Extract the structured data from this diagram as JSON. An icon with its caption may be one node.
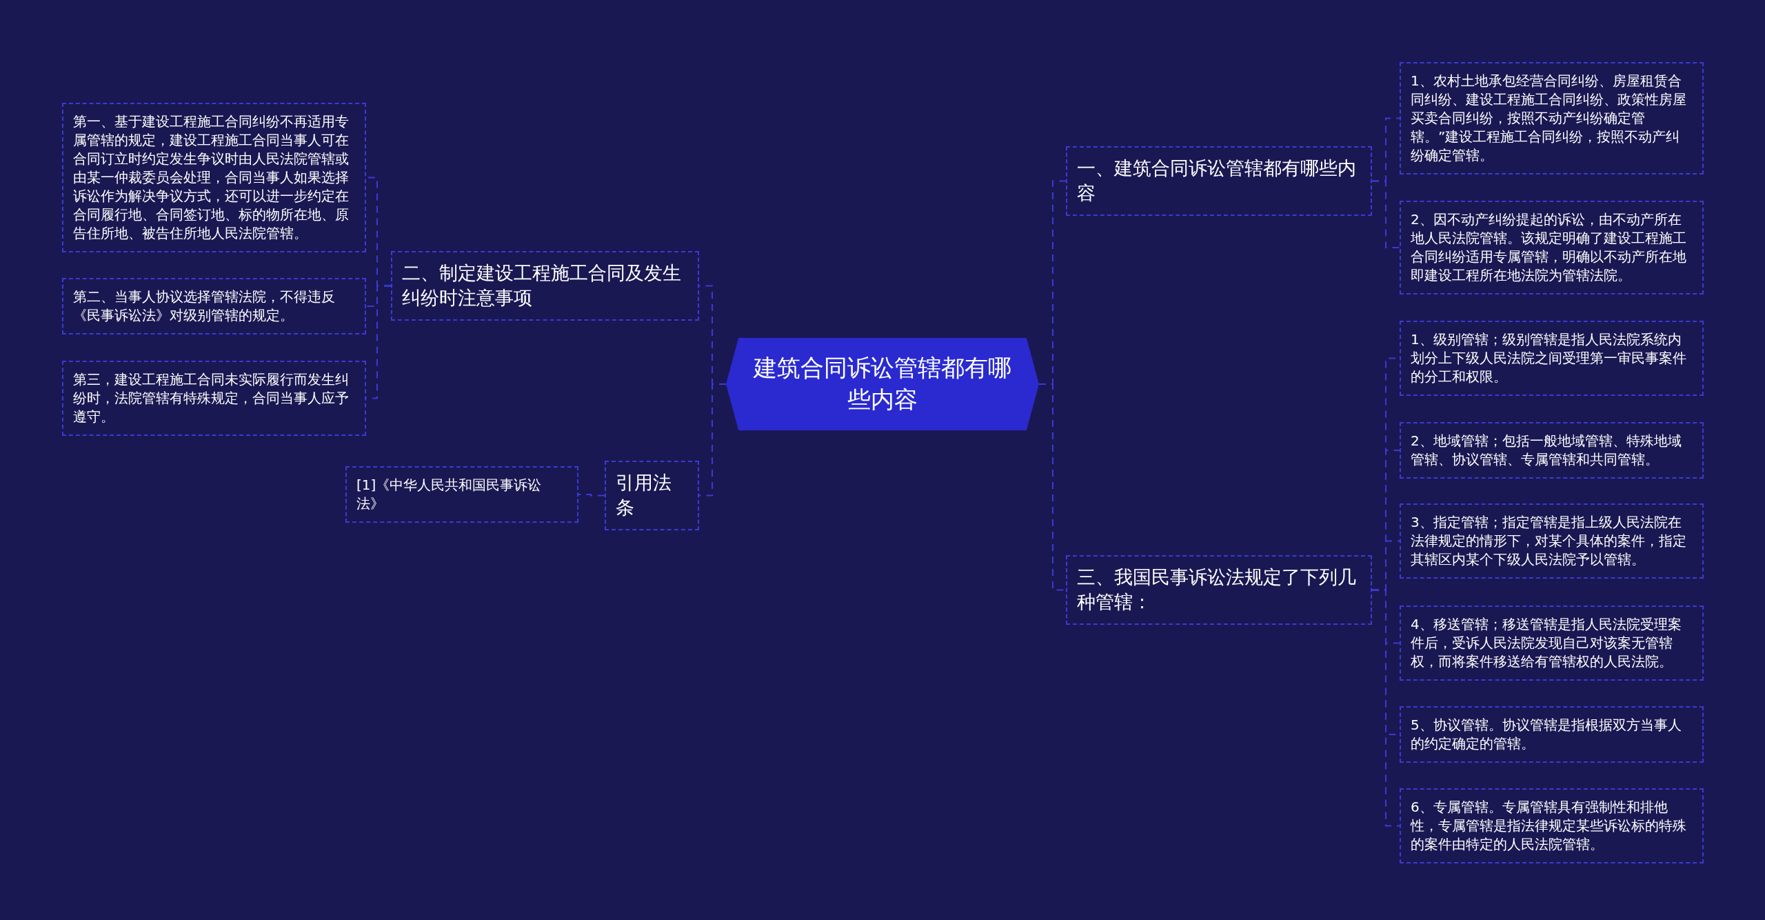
{
  "diagram": {
    "nodes": [
      {
        "text": [
          "建筑合同诉讼管辖都有哪些内容"
        ]
      },
      {
        "text": [
          "一、建筑合同诉讼管辖都有哪些内容"
        ]
      },
      {
        "text": [
          "三、我国民事诉讼法规定了下列几种管辖："
        ]
      },
      {
        "text": [
          "1、农村土地承包经营合同纠纷、房屋租赁合同纠纷、建设工程施工合同纠纷、政策性房屋买卖合同纠纷，按照不动产纠纷确定管辖。”建设工程施工合同纠纷，按照不动产纠纷确定管辖。"
        ]
      },
      {
        "text": [
          "2、因不动产纠纷提起的诉讼，由不动产所在地人民法院管辖。该规定明确了建设工程施工合同纠纷适用专属管辖，明确以不动产所在地即建设工程所在地法院为管辖法院。"
        ]
      },
      {
        "text": [
          "1、级别管辖；级别管辖是指人民法院系统内划分上下级人民法院之间受理第一审民事案件的分工和权限。"
        ]
      },
      {
        "text": [
          "2、地域管辖；包括一般地域管辖、特殊地域管辖、协议管辖、专属管辖和共同管辖。"
        ]
      },
      {
        "text": [
          "3、指定管辖；指定管辖是指上级人民法院在法律规定的情形下，对某个具体的案件，指定其辖区内某个下级人民法院予以管辖。"
        ]
      },
      {
        "text": [
          "4、移送管辖；移送管辖是指人民法院受理案件后，受诉人民法院发现自己对该案无管辖权，而将案件移送给有管辖权的人民法院。"
        ]
      },
      {
        "text": [
          "5、协议管辖。协议管辖是指根据双方当事人的约定确定的管辖。"
        ]
      },
      {
        "text": [
          "6、专属管辖。专属管辖具有强制性和排他性，专属管辖是指法律规定某些诉讼标的特殊的案件由特定的人民法院管辖。"
        ]
      },
      {
        "text": [
          "二、制定建设工程施工合同及发生纠纷时注意事项"
        ]
      },
      {
        "text": [
          "第一、基于建设工程施工合同纠纷不再适用专属管辖的规定，建设工程施工合同当事人可在合同订立时约定发生争议时由人民法院管辖或由某一仲裁委员会处理，合同当事人如果选择诉讼作为解决争议方式，还可以进一步约定在合同履行地、合同签订地、标的物所在地、原告住所地、被告住所地人民法院管辖。"
        ]
      },
      {
        "text": [
          "第二、当事人协议选择管辖法院，不得违反《民事诉讼法》对级别管辖的规定。"
        ]
      },
      {
        "text": [
          "第三，建设工程施工合同未实际履行而发生纠纷时，法院管辖有特殊规定，合同当事人应予遵守。"
        ]
      },
      {
        "text": [
          "引用法条"
        ]
      },
      {
        "text": [
          "[1]《中华人民共和国民事诉讼法》"
        ]
      }
    ],
    "edges": [
      {
        "from": 0,
        "to": 1,
        "arrow": "none",
        "style": "dashed"
      },
      {
        "from": 0,
        "to": 2,
        "arrow": "none",
        "style": "dashed"
      },
      {
        "from": 1,
        "to": 3,
        "arrow": "none",
        "style": "dashed"
      },
      {
        "from": 1,
        "to": 4,
        "arrow": "none",
        "style": "dashed"
      },
      {
        "from": 2,
        "to": 5,
        "arrow": "none",
        "style": "dashed"
      },
      {
        "from": 2,
        "to": 6,
        "arrow": "none",
        "style": "dashed"
      },
      {
        "from": 2,
        "to": 7,
        "arrow": "none",
        "style": "dashed"
      },
      {
        "from": 2,
        "to": 8,
        "arrow": "none",
        "style": "dashed"
      },
      {
        "from": 2,
        "to": 9,
        "arrow": "none",
        "style": "dashed"
      },
      {
        "from": 2,
        "to": 10,
        "arrow": "none",
        "style": "dashed"
      },
      {
        "from": 0,
        "to": 11,
        "arrow": "none",
        "style": "dashed"
      },
      {
        "from": 0,
        "to": 15,
        "arrow": "none",
        "style": "dashed"
      },
      {
        "from": 11,
        "to": 12,
        "arrow": "none",
        "style": "dashed"
      },
      {
        "from": 11,
        "to": 13,
        "arrow": "none",
        "style": "dashed"
      },
      {
        "from": 11,
        "to": 14,
        "arrow": "none",
        "style": "dashed"
      },
      {
        "from": 15,
        "to": 16,
        "arrow": "none",
        "style": "dashed"
      }
    ]
  }
}
